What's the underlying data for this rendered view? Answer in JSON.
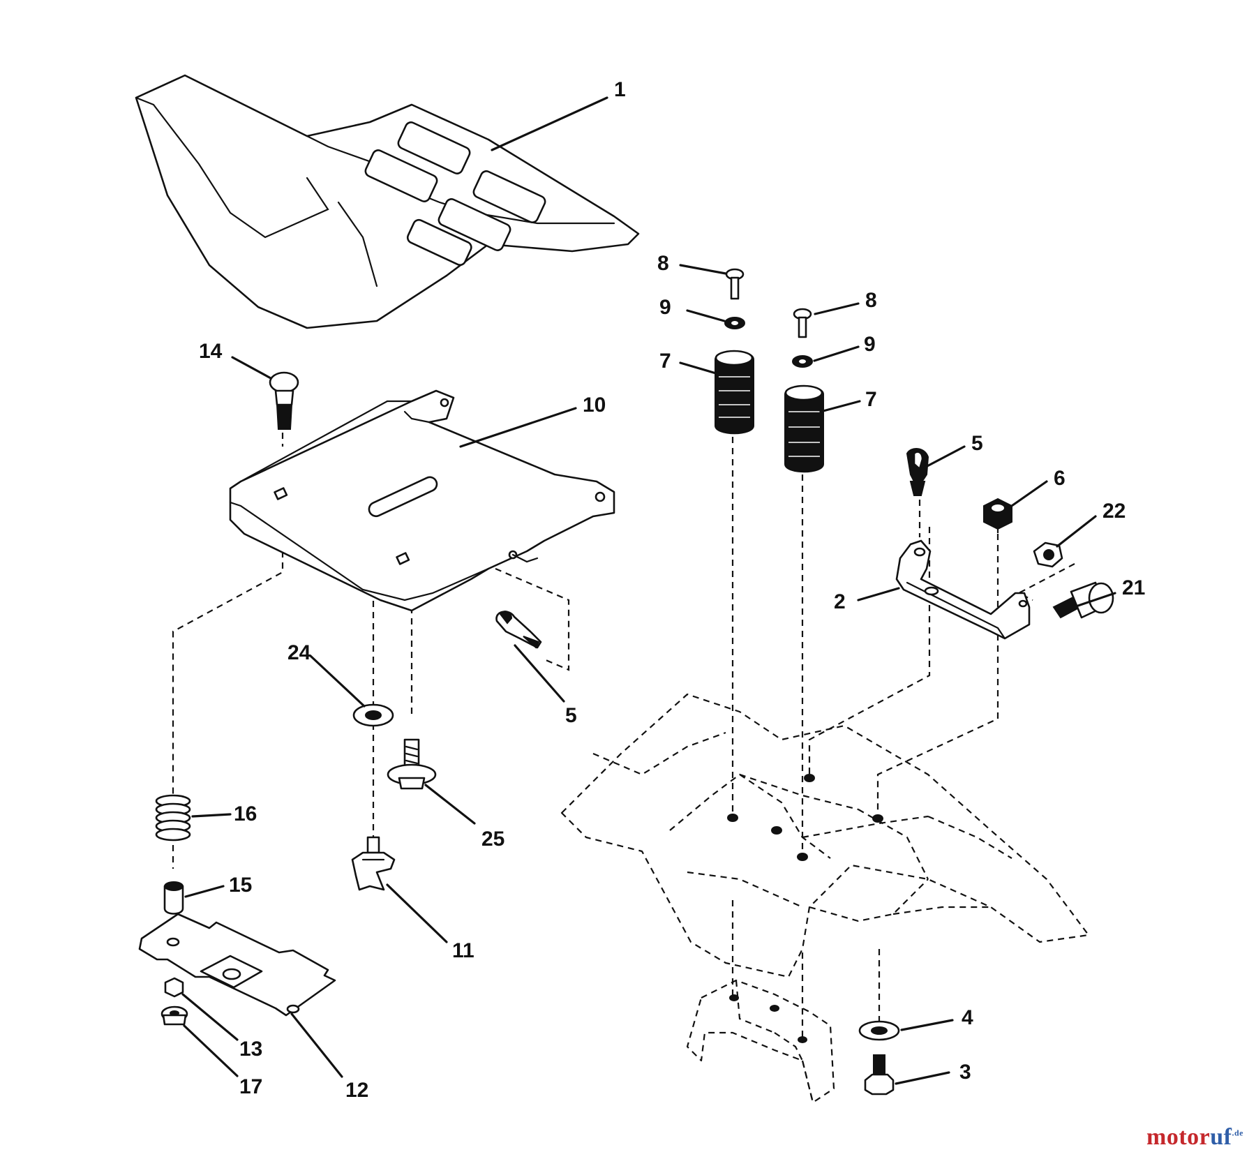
{
  "callouts": [
    "1",
    "8",
    "9",
    "8",
    "9",
    "7",
    "7",
    "14",
    "10",
    "5",
    "6",
    "22",
    "2",
    "21",
    "5",
    "24",
    "16",
    "25",
    "15",
    "11",
    "13",
    "12",
    "17",
    "4",
    "3"
  ],
  "watermark": {
    "brand_a": "motor",
    "brand_b": "uf",
    "tld": ".de"
  },
  "colors": {
    "line": "#111111",
    "watermark_red": "#c5282c",
    "watermark_blue": "#2f5ea8"
  }
}
